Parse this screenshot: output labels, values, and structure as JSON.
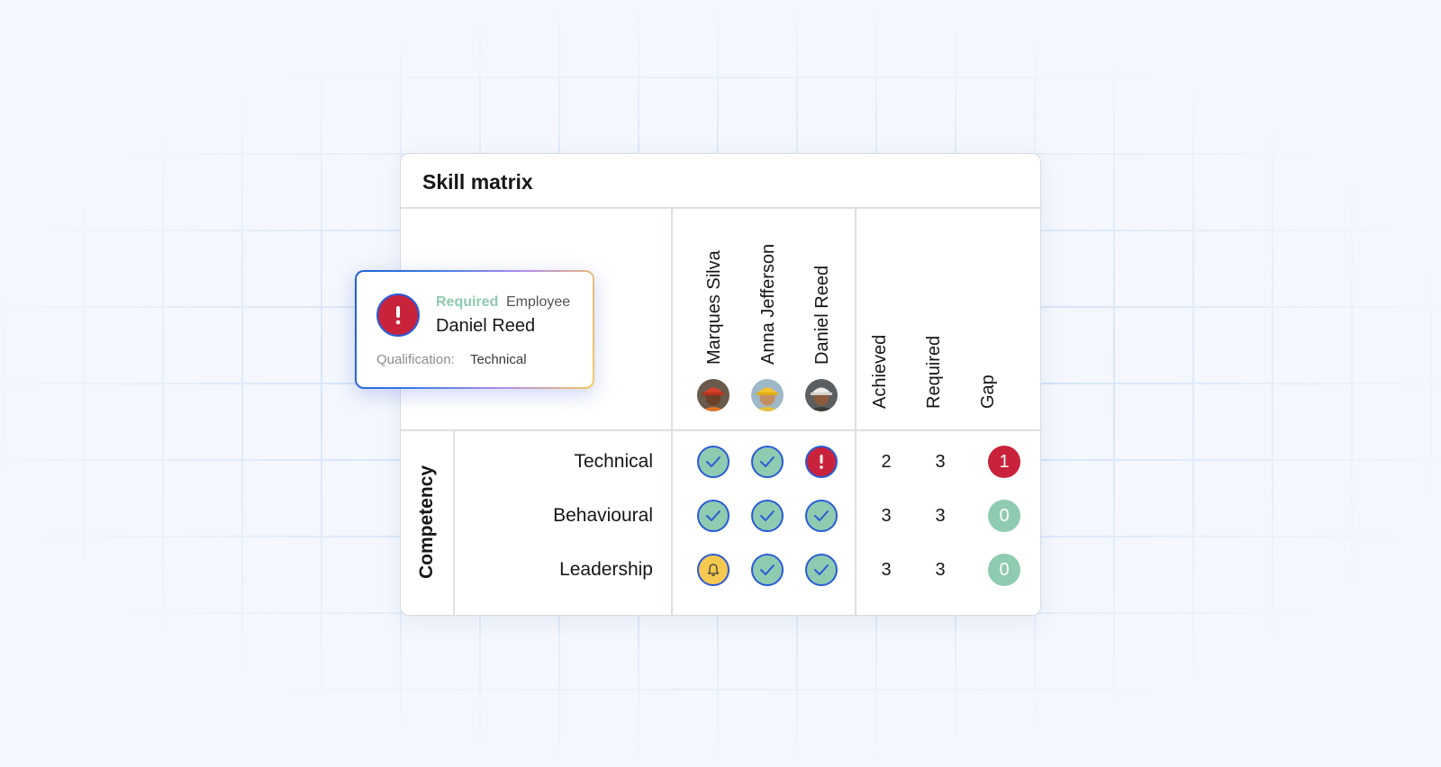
{
  "card": {
    "title": "Skill matrix"
  },
  "category_label": "Competency",
  "employees": [
    {
      "name": "Marques Silva",
      "avatar": "worker-avatar-red-helmet"
    },
    {
      "name": "Anna Jefferson",
      "avatar": "worker-avatar-yellow-helmet"
    },
    {
      "name": "Daniel Reed",
      "avatar": "worker-avatar-white-helmet"
    }
  ],
  "summary_headers": [
    "Achieved",
    "Required",
    "Gap"
  ],
  "rows": [
    {
      "label": "Technical",
      "statuses": [
        "check",
        "check",
        "alert"
      ],
      "achieved": "2",
      "required": "3",
      "gap": "1"
    },
    {
      "label": "Behavioural",
      "statuses": [
        "check",
        "check",
        "check"
      ],
      "achieved": "3",
      "required": "3",
      "gap": "0"
    },
    {
      "label": "Leadership",
      "statuses": [
        "bell",
        "check",
        "check"
      ],
      "achieved": "3",
      "required": "3",
      "gap": "0"
    }
  ],
  "popup": {
    "icon": "exclamation-icon",
    "tag_required": "Required",
    "tag_type": "Employee",
    "name": "Daniel Reed",
    "qualification_label": "Qualification:",
    "qualification_value": "Technical"
  },
  "colors": {
    "check_fill": "#8fcbb0",
    "alert_fill": "#c8233b",
    "bell_fill": "#f5c84f",
    "status_ring": "#2a5bd7",
    "gap_positive": "#c8233b",
    "gap_zero": "#8fcbb0"
  }
}
